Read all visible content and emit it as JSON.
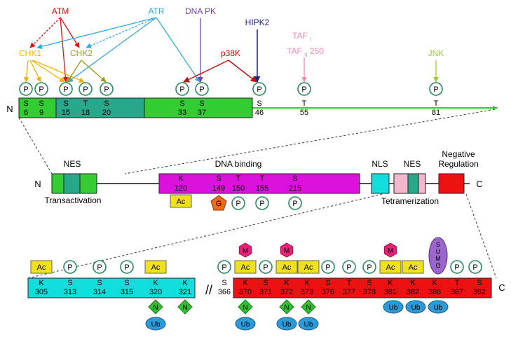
{
  "colors": {
    "green": "#33cc33",
    "teal": "#27a88a",
    "magenta": "#dd11dd",
    "cyan": "#11dddd",
    "pink": "#f4b6cf",
    "red": "#ee1111",
    "yellow": "#f0e020",
    "circle_stroke": "#2a8a5c",
    "ub_blue": "#2a9ad8",
    "n_green": "#2fbf2f",
    "m_pink": "#e8207a",
    "g_orange": "#ec6b1c",
    "sumo_purple": "#9a66cc"
  },
  "kinases": [
    {
      "name": "ATM",
      "color": "#dd1111"
    },
    {
      "name": "ATR",
      "color": "#33a9dd"
    },
    {
      "name": "DNA PK",
      "color": "#7744aa"
    },
    {
      "name": "HIPK2",
      "color": "#1a237e"
    },
    {
      "name": "CHK1",
      "color": "#f0b400"
    },
    {
      "name": "CHK2",
      "color": "#9a9a20"
    },
    {
      "name": "p38K",
      "color": "#c01010"
    },
    {
      "name": "TAF",
      "sub": "I",
      "color": "#f08ab5"
    },
    {
      "name": "TAF",
      "sub": "II",
      "tail": "250",
      "color": "#f08ab5"
    },
    {
      "name": "JNK",
      "color": "#9acd32"
    }
  ],
  "top": {
    "n_label": "N",
    "phospho_label": "P",
    "sites": [
      {
        "aa": "S",
        "num": "6"
      },
      {
        "aa": "S",
        "num": "9"
      },
      {
        "aa": "S",
        "num": "15"
      },
      {
        "aa": "T",
        "num": "18"
      },
      {
        "aa": "S",
        "num": "20"
      },
      {
        "aa": "S",
        "num": "33"
      },
      {
        "aa": "S",
        "num": "37"
      },
      {
        "aa": "S",
        "num": "46"
      },
      {
        "aa": "T",
        "num": "55"
      },
      {
        "aa": "T",
        "num": "81"
      }
    ]
  },
  "middle": {
    "n_label": "N",
    "c_label": "C",
    "nes1": "NES",
    "dna_binding": "DNA binding",
    "nls": "NLS",
    "nes2": "NES",
    "neg_reg_1": "Negative",
    "neg_reg_2": "Regulation",
    "transactivation": "Transactivation",
    "tetramerization": "Tetramerization",
    "sites": [
      {
        "aa": "K",
        "num": "120"
      },
      {
        "aa": "S",
        "num": "149"
      },
      {
        "aa": "T",
        "num": "150"
      },
      {
        "aa": "T",
        "num": "155"
      },
      {
        "aa": "S",
        "num": "215"
      }
    ],
    "ac_label": "Ac",
    "g_label": "G",
    "p_label": "P"
  },
  "bottom": {
    "c_label": "C",
    "break_mark": "//",
    "cyan_sites": [
      {
        "aa": "K",
        "num": "305"
      },
      {
        "aa": "S",
        "num": "313"
      },
      {
        "aa": "S",
        "num": "314"
      },
      {
        "aa": "S",
        "num": "315"
      },
      {
        "aa": "K",
        "num": "320"
      },
      {
        "aa": "K",
        "num": "321"
      }
    ],
    "mid_site": {
      "aa": "S",
      "num": "366"
    },
    "red_sites": [
      {
        "aa": "K",
        "num": "370"
      },
      {
        "aa": "S",
        "num": "371"
      },
      {
        "aa": "K",
        "num": "372"
      },
      {
        "aa": "K",
        "num": "373"
      },
      {
        "aa": "S",
        "num": "376"
      },
      {
        "aa": "T",
        "num": "377"
      },
      {
        "aa": "S",
        "num": "378"
      },
      {
        "aa": "K",
        "num": "381"
      },
      {
        "aa": "K",
        "num": "382"
      },
      {
        "aa": "K",
        "num": "386"
      },
      {
        "aa": "T",
        "num": "387"
      },
      {
        "aa": "S",
        "num": "392"
      }
    ],
    "ac_label": "Ac",
    "p_label": "P",
    "m_label": "M",
    "n_label": "N",
    "ub_label": "Ub",
    "sumo_letters": [
      "S",
      "U",
      "M",
      "O"
    ]
  }
}
